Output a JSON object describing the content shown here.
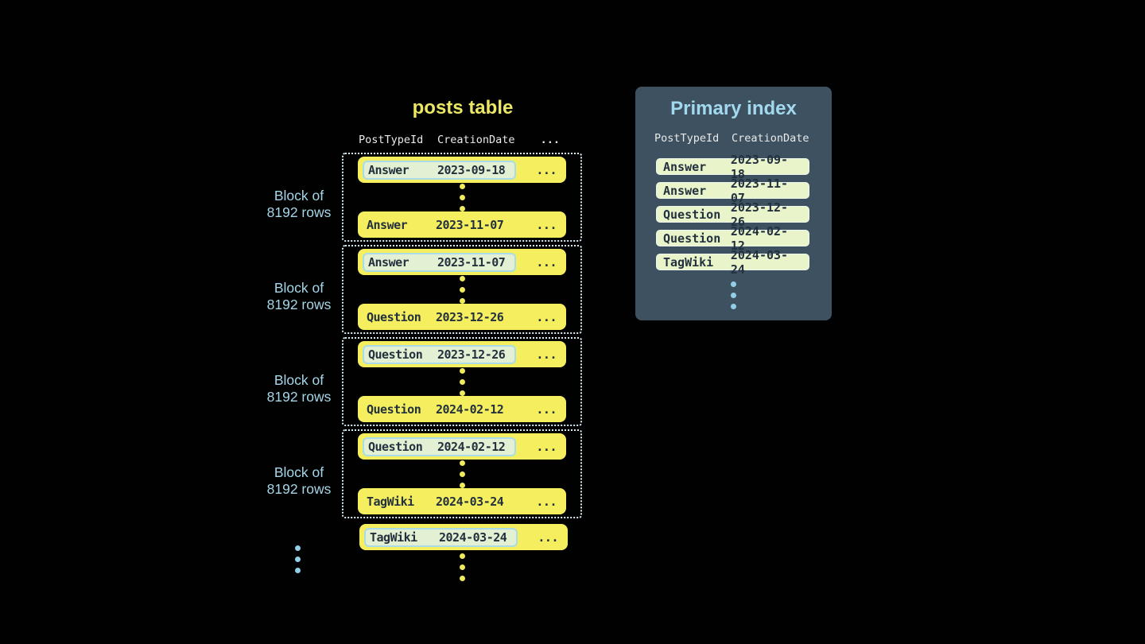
{
  "posts_table": {
    "title": "posts table",
    "headers": {
      "col1": "PostTypeId",
      "col2": "CreationDate",
      "col3": "..."
    },
    "block_label": {
      "line1": "Block of",
      "line2": "8192 rows"
    },
    "row_ellipsis": "...",
    "blocks": [
      {
        "first": {
          "type": "Answer",
          "date": "2023-09-18"
        },
        "last": {
          "type": "Answer",
          "date": "2023-11-07"
        }
      },
      {
        "first": {
          "type": "Answer",
          "date": "2023-11-07"
        },
        "last": {
          "type": "Question",
          "date": "2023-12-26"
        }
      },
      {
        "first": {
          "type": "Question",
          "date": "2023-12-26"
        },
        "last": {
          "type": "Question",
          "date": "2024-02-12"
        }
      },
      {
        "first": {
          "type": "Question",
          "date": "2024-02-12"
        },
        "last": {
          "type": "TagWiki",
          "date": "2024-03-24"
        }
      }
    ],
    "overflow_row": {
      "type": "TagWiki",
      "date": "2024-03-24"
    }
  },
  "primary_index": {
    "title": "Primary index",
    "headers": {
      "col1": "PostTypeId",
      "col2": "CreationDate"
    },
    "rows": [
      {
        "type": "Answer",
        "date": "2023-09-18"
      },
      {
        "type": "Answer",
        "date": "2023-11-07"
      },
      {
        "type": "Question",
        "date": "2023-12-26"
      },
      {
        "type": "Question",
        "date": "2024-02-12"
      },
      {
        "type": "TagWiki",
        "date": "2024-03-24"
      }
    ]
  },
  "colors": {
    "title_yellow": "#ece764",
    "row_yellow": "#f5ee5e",
    "row_text": "#23313f",
    "highlight_fill": "#e3f0d4",
    "highlight_border": "#a9dbe9",
    "block_border": "#d8ecf3",
    "label_blue": "#a5d6e8",
    "panel_bg": "#3e5160",
    "panel_title": "#a3d9ee",
    "pill_fill": "#eaf4cb",
    "pill_border": "#eef7ee",
    "header_text": "#e8eaea",
    "dot_yellow": "#f0ea5e",
    "dot_blue": "#92cfe7"
  }
}
